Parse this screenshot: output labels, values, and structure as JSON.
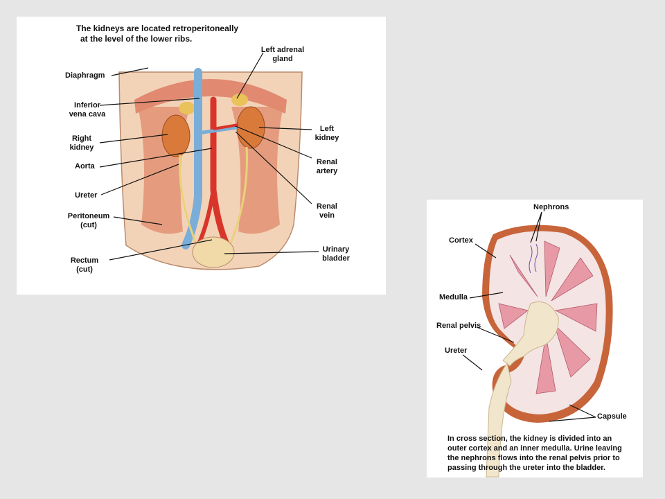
{
  "torso": {
    "caption_line1": "The kidneys are located retroperitoneally",
    "caption_line2": "at the level of the lower ribs.",
    "labels": {
      "diaphragm": "Diaphragm",
      "ivc_1": "Inferior",
      "ivc_2": "vena cava",
      "right_kidney_1": "Right",
      "right_kidney_2": "kidney",
      "aorta": "Aorta",
      "ureter": "Ureter",
      "peritoneum_1": "Peritoneum",
      "peritoneum_2": "(cut)",
      "rectum_1": "Rectum",
      "rectum_2": "(cut)",
      "adrenal_1": "Left adrenal",
      "adrenal_2": "gland",
      "left_kidney_1": "Left",
      "left_kidney_2": "kidney",
      "renal_artery_1": "Renal",
      "renal_artery_2": "artery",
      "renal_vein_1": "Renal",
      "renal_vein_2": "vein",
      "bladder_1": "Urinary",
      "bladder_2": "bladder"
    }
  },
  "kidney": {
    "labels": {
      "nephrons": "Nephrons",
      "cortex": "Cortex",
      "medulla": "Medulla",
      "renal_pelvis": "Renal pelvis",
      "ureter": "Ureter",
      "capsule": "Capsule"
    },
    "caption_line1": "In cross section, the kidney is divided into an",
    "caption_line2": "outer cortex and an inner medulla. Urine leaving",
    "caption_line3": "the nephrons flows into the renal pelvis prior to",
    "caption_line4": "passing through the ureter into the bladder."
  }
}
